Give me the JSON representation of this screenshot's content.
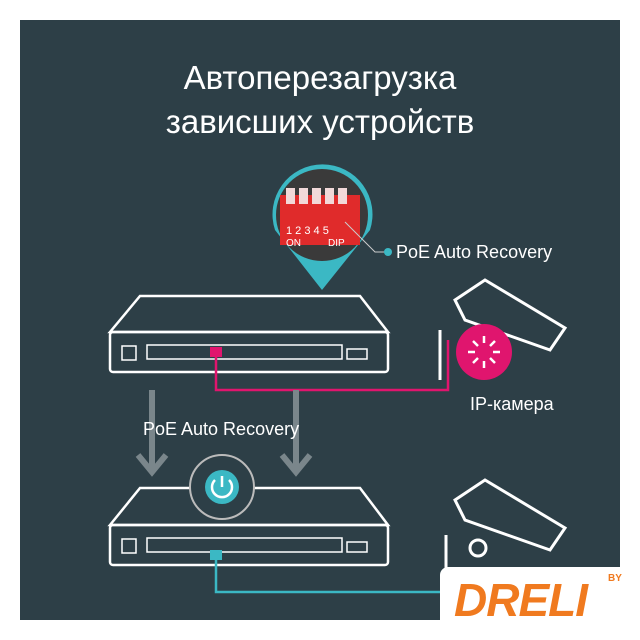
{
  "title": {
    "line1": "Автоперезагрузка",
    "line2": "зависших устройств"
  },
  "dip_switch": {
    "numbers": "1 2 3 4 5",
    "on_label": "ON",
    "dip_label": "DIP"
  },
  "labels": {
    "poe_top": "PoE Auto Recovery",
    "poe_middle": "PoE Auto Recovery",
    "camera": "IP-камера"
  },
  "logo": {
    "text": "DRELI",
    "by": "BY"
  },
  "colors": {
    "background": "#2d3f47",
    "accent_teal": "#3bb8c4",
    "fault_pink": "#e0156e",
    "dip_red": "#e02b2b",
    "logo_orange": "#f07a1f"
  }
}
